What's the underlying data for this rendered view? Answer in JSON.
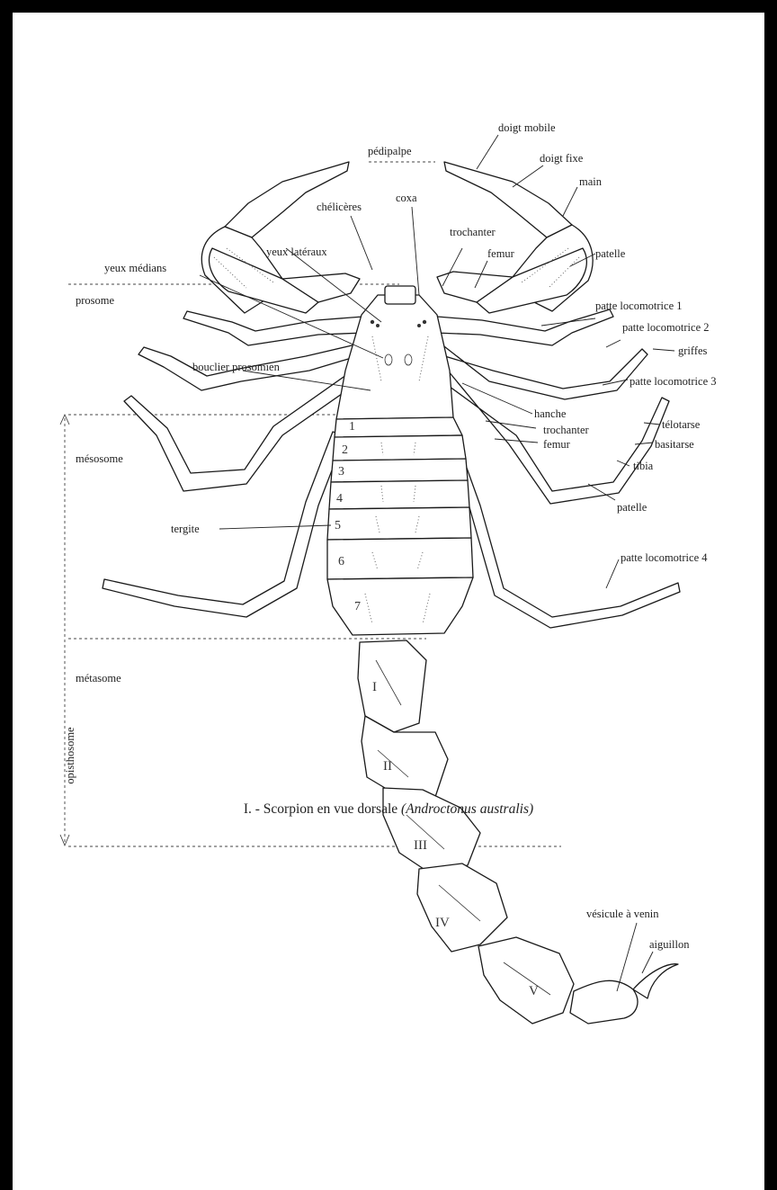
{
  "labels": {
    "pedipalpe": "pédipalpe",
    "doigt_mobile": "doigt mobile",
    "doigt_fixe": "doigt fixe",
    "main": "main",
    "cheliceres": "chélicères",
    "coxa": "coxa",
    "trochanter_top": "trochanter",
    "femur_top": "femur",
    "patelle_top": "patelle",
    "yeux_lateraux": "yeux latéraux",
    "yeux_medians": "yeux médians",
    "prosome": "prosome",
    "patte_1": "patte locomotrice 1",
    "patte_2": "patte locomotrice 2",
    "griffes": "griffes",
    "patte_3": "patte locomotrice 3",
    "bouclier": "bouclier prosomien",
    "hanche": "hanche",
    "trochanter_leg": "trochanter",
    "femur_leg": "femur",
    "telotarse": "télotarse",
    "basitarse": "basitarse",
    "tibia": "tibia",
    "mesosome": "mésosome",
    "patelle_leg": "patelle",
    "tergite": "tergite",
    "patte_4": "patte locomotrice 4",
    "metasome": "métasome",
    "opisthosome": "opisthosome",
    "vesicule": "vésicule à venin",
    "aiguillon": "aiguillon"
  },
  "tergite_numbers": [
    "1",
    "2",
    "3",
    "4",
    "5",
    "6",
    "7"
  ],
  "segment_numerals": [
    "I",
    "II",
    "III",
    "IV",
    "V"
  ],
  "caption": {
    "main": "I. - Scorpion en vue dorsale ",
    "species": "(Androctonus australis)"
  }
}
